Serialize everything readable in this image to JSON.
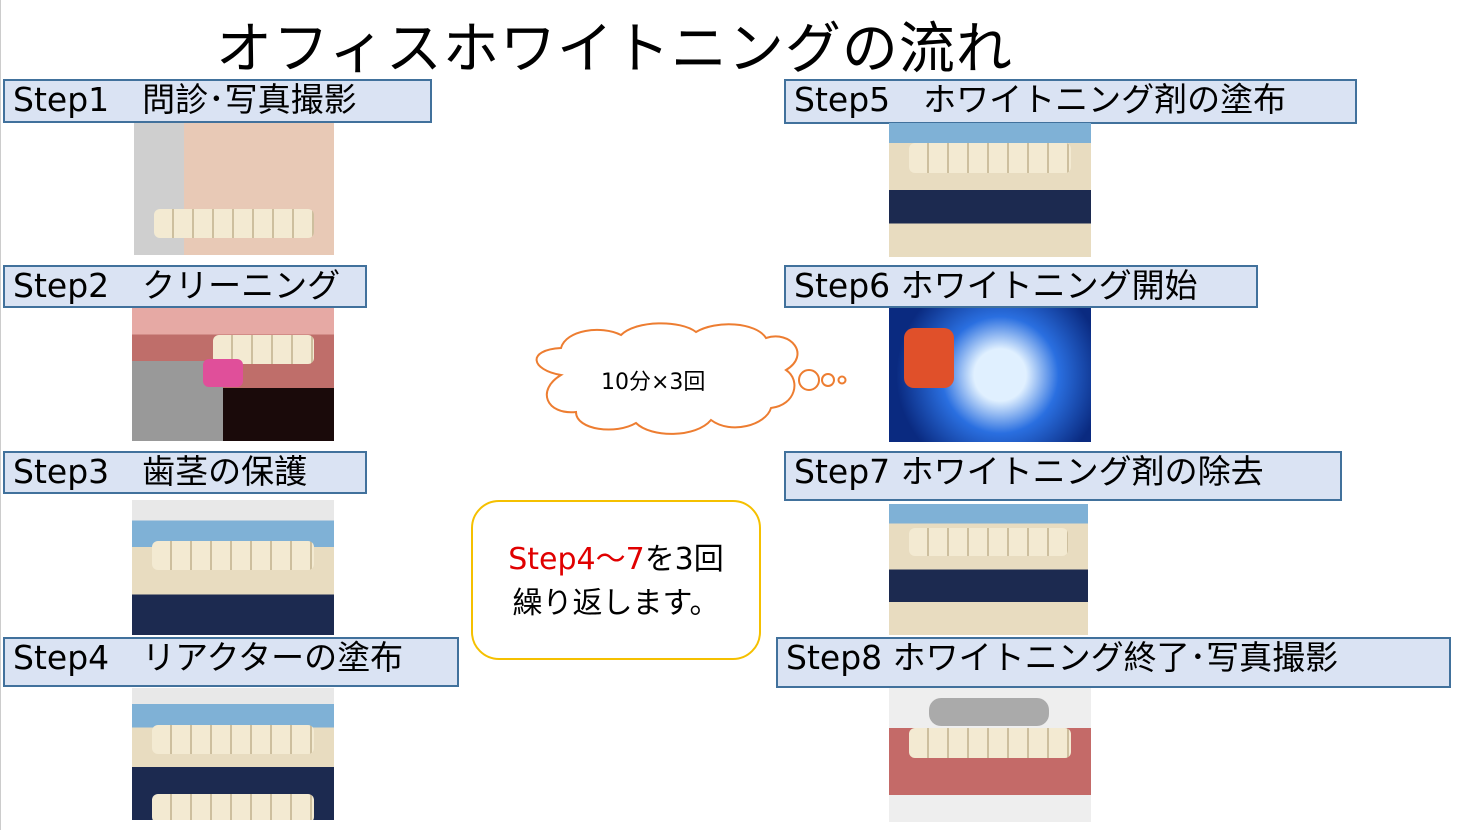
{
  "title": "オフィスホワイトニングの流れ",
  "steps": [
    {
      "label": "Step1　問診･写真撮影",
      "photo": "shade-guide-smile-photo"
    },
    {
      "label": "Step2　クリーニング",
      "photo": "cleaning-photo"
    },
    {
      "label": "Step3　歯茎の保護",
      "photo": "gum-protection-photo"
    },
    {
      "label": "Step4　リアクターの塗布",
      "photo": "reactor-application-photo"
    },
    {
      "label": "Step5　ホワイトニング剤の塗布",
      "photo": "agent-application-photo"
    },
    {
      "label": "Step6  ホワイトニング開始",
      "photo": "light-activation-photo"
    },
    {
      "label": "Step7 ホワイトニング剤の除去",
      "photo": "agent-removal-photo"
    },
    {
      "label": "Step8  ホワイトニング終了･写真撮影",
      "photo": "final-polish-photo"
    }
  ],
  "cloud": {
    "text": "10分×3回"
  },
  "repeat": {
    "highlight": "Step4～7",
    "rest1": "を3回",
    "line2": "繰り返します。"
  },
  "colors": {
    "label_bg": "#dae3f3",
    "label_border": "#41719c",
    "cloud_border": "#ed7d31",
    "box_border": "#f5c000",
    "highlight": "#e00000"
  }
}
